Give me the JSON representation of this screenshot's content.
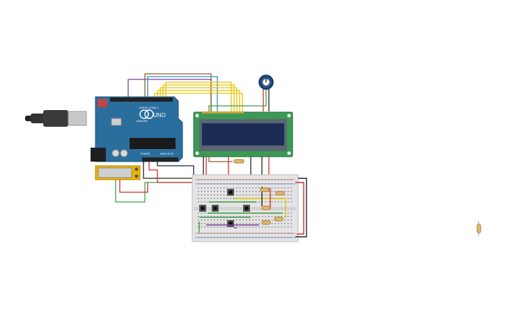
{
  "arduino": {
    "brand": "UNO",
    "label_digital": "DIGITAL (PWM~)",
    "label_power": "POWER",
    "label_analog": "ANALOG IN",
    "maker": "ARDUINO"
  },
  "colors": {
    "board": "#2a6e9e",
    "lcd_pcb": "#3a9a55",
    "lcd_screen": "#1c2d55",
    "breadboard": "#e4e4e4",
    "wire_red": "#d62828",
    "wire_black": "#222222",
    "wire_yellow": "#e8c400",
    "wire_green": "#3aa043",
    "wire_purple": "#7a3b9a",
    "wire_blue": "#2a8fc4",
    "wire_brown": "#8a5a2a",
    "battery": "#f0b400"
  }
}
